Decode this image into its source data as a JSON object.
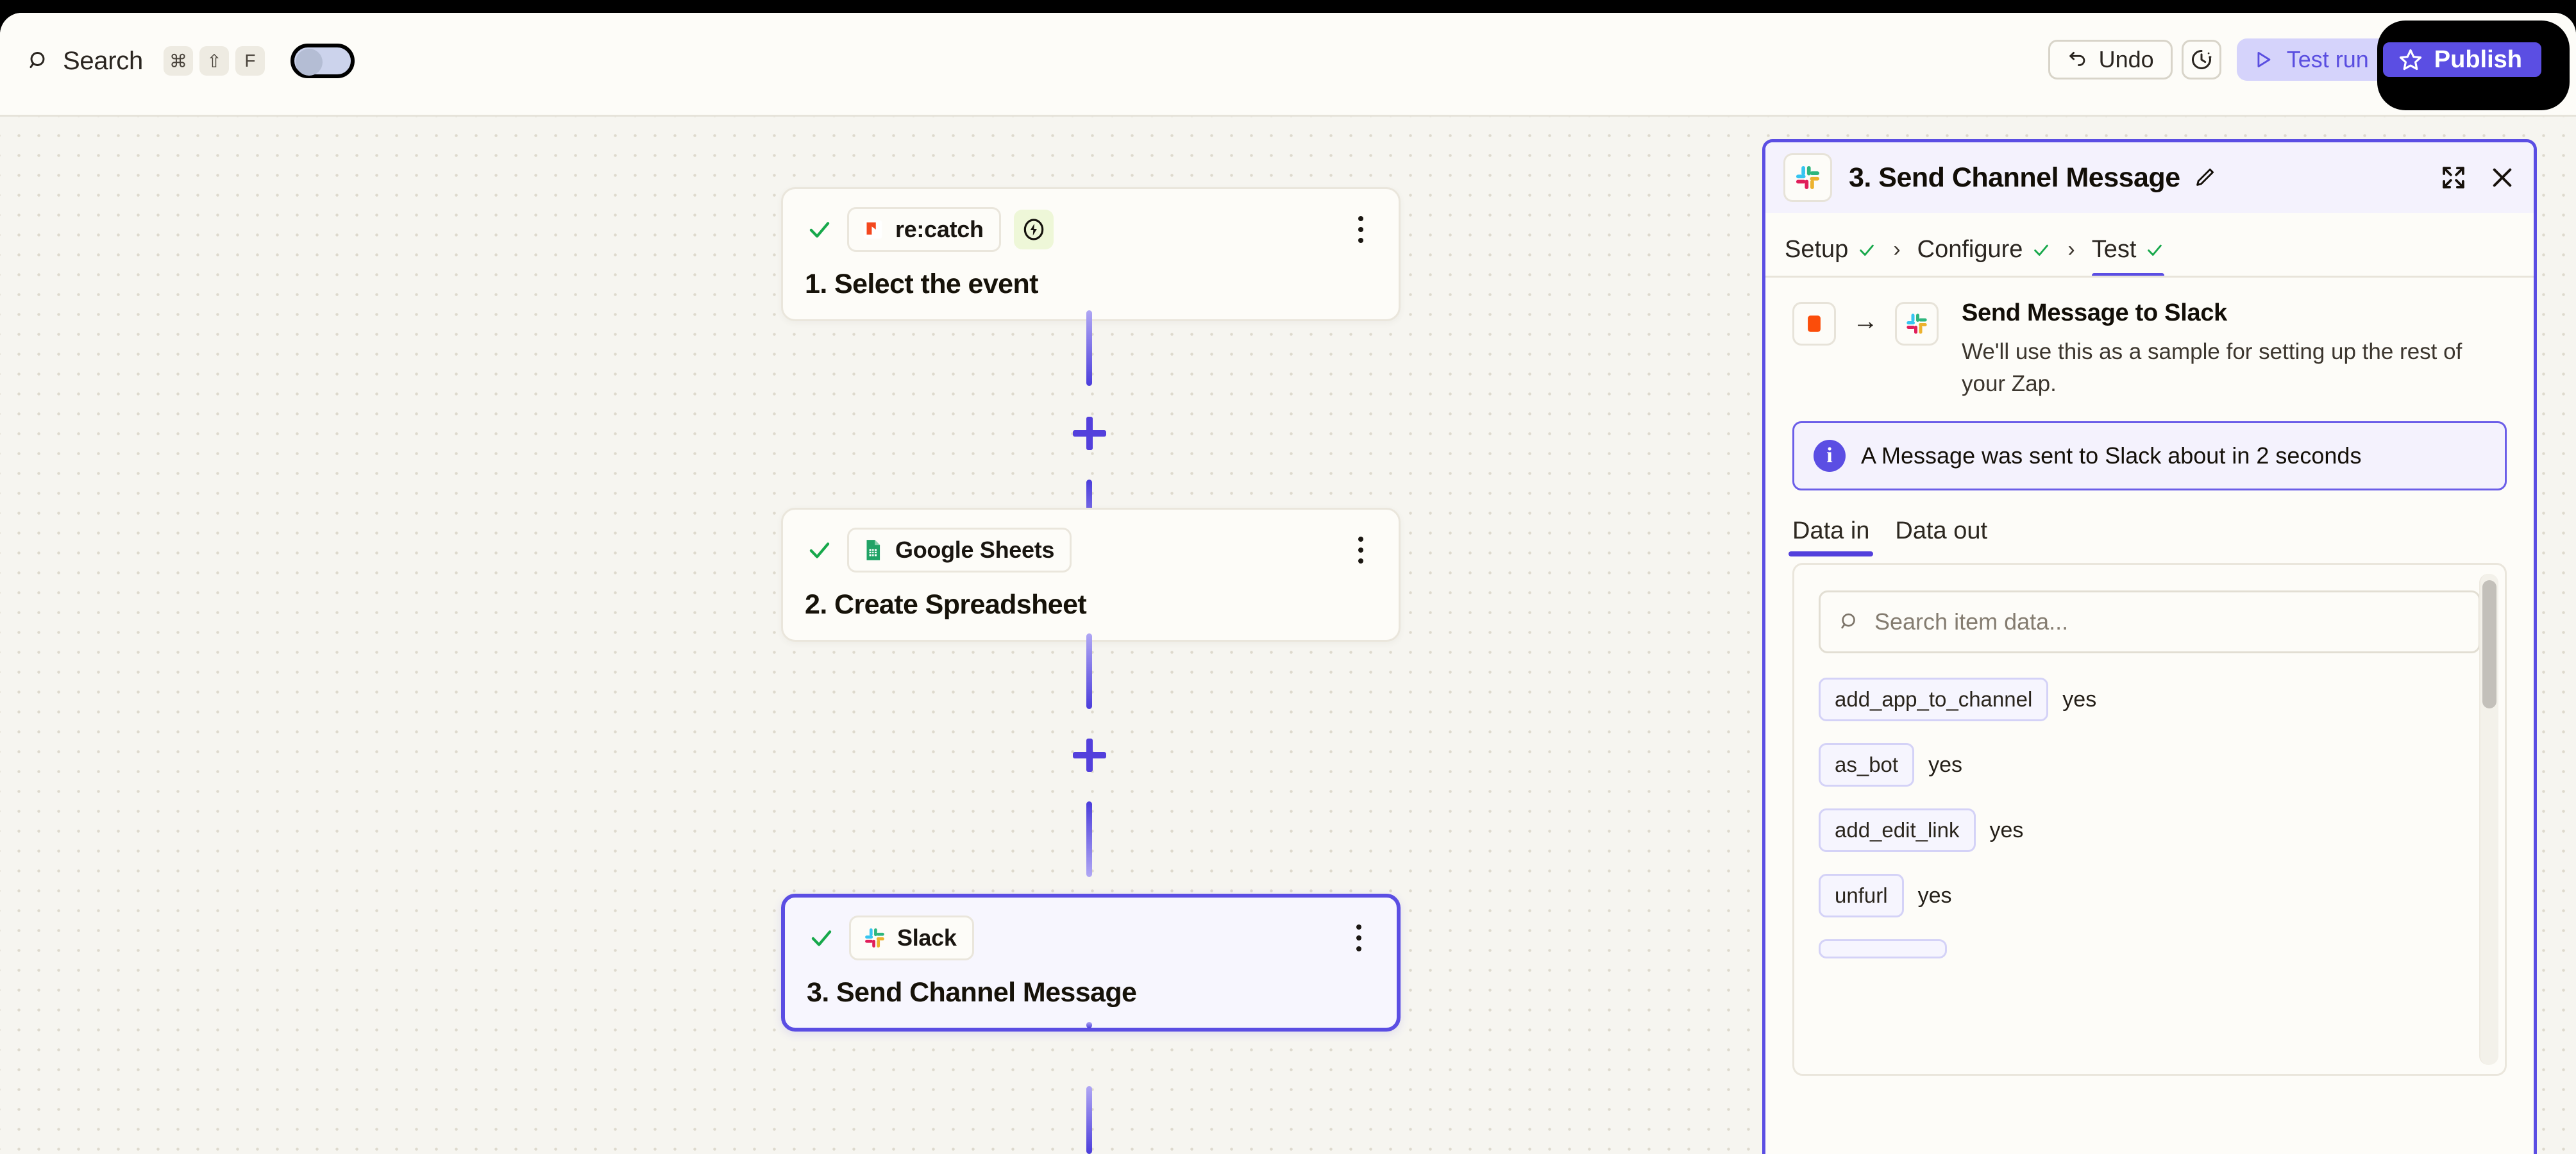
{
  "topbar": {
    "search_label": "Search",
    "search_icon": "search-icon",
    "shortcut_keys": [
      "⌘",
      "⇧",
      "F"
    ],
    "toggle_state": "off",
    "undo_label": "Undo",
    "undo_icon": "undo-arrow-icon",
    "history_icon": "clock-history-icon",
    "test_run_label": "Test run",
    "test_run_icon": "play-triangle-icon",
    "publish_label": "Publish",
    "publish_icon": "star-icon",
    "accent_color": "#5b4ee3",
    "test_run_bg": "#d5d3fb"
  },
  "canvas": {
    "nodes": [
      {
        "check_icon": "green-check-icon",
        "app": "re:catch",
        "app_icon": "recatch-logo-icon",
        "badge_icon": "lightning-bolt-icon",
        "menu_icon": "kebab-menu-icon",
        "title_number": "1.",
        "title": "Select the event"
      },
      {
        "check_icon": "green-check-icon",
        "app": "Google Sheets",
        "app_icon": "google-sheets-logo-icon",
        "menu_icon": "kebab-menu-icon",
        "title_number": "2.",
        "title": "Create Spreadsheet"
      },
      {
        "check_icon": "green-check-icon",
        "app": "Slack",
        "app_icon": "slack-logo-icon",
        "menu_icon": "kebab-menu-icon",
        "title_number": "3.",
        "title": "Send Channel Message",
        "selected": true
      }
    ],
    "add_step_icon": "plus-icon"
  },
  "panel": {
    "app_icon": "slack-logo-icon",
    "title": "3. Send Channel Message",
    "edit_icon": "pencil-icon",
    "expand_icon": "expand-icon",
    "close_icon": "close-icon",
    "steps": [
      {
        "label": "Setup",
        "status_icon": "green-check-icon",
        "active": false
      },
      {
        "label": "Configure",
        "status_icon": "green-check-icon",
        "active": false
      },
      {
        "label": "Test",
        "status_icon": "green-check-icon",
        "active": true
      }
    ],
    "step_separator": "›",
    "summary": {
      "source_icon": "orange-square-icon",
      "arrow_icon": "arrow-right-icon",
      "target_icon": "slack-logo-icon",
      "title": "Send Message to Slack",
      "description": "We'll use this as a sample for setting up the rest of your Zap."
    },
    "info_banner": {
      "icon": "info-icon",
      "text": "A Message was sent to Slack about in 2 seconds"
    },
    "data_tabs": [
      {
        "label": "Data in",
        "active": true
      },
      {
        "label": "Data out",
        "active": false
      }
    ],
    "data_search_placeholder": "Search item data...",
    "data_search_icon": "search-icon",
    "data_items": [
      {
        "key": "add_app_to_channel",
        "value": "yes"
      },
      {
        "key": "as_bot",
        "value": "yes"
      },
      {
        "key": "add_edit_link",
        "value": "yes"
      },
      {
        "key": "unfurl",
        "value": "yes"
      }
    ]
  }
}
